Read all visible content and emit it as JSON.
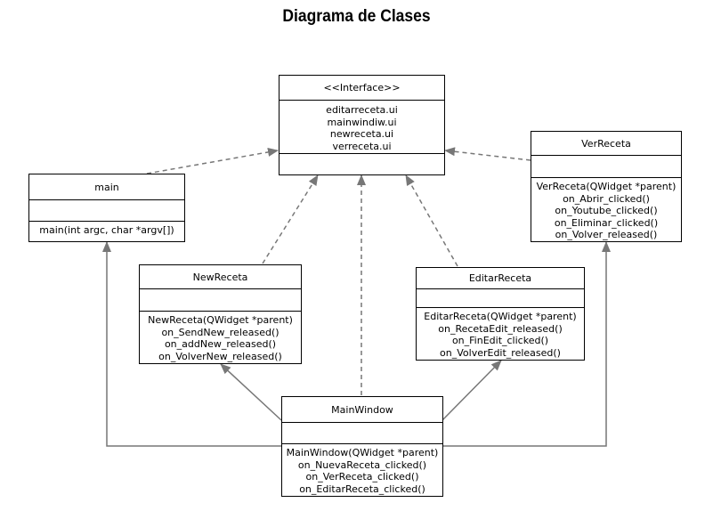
{
  "title": "Diagrama de Clases",
  "classes": {
    "interface": {
      "name": "<<Interface>>",
      "attributes": [
        "editarreceta.ui",
        "mainwindiw.ui",
        "newreceta.ui",
        "verreceta.ui"
      ],
      "operations": []
    },
    "main": {
      "name": "main",
      "attributes": [],
      "operations": [
        "main(int argc, char *argv[])"
      ]
    },
    "verreceta": {
      "name": "VerReceta",
      "attributes": [],
      "operations": [
        "VerReceta(QWidget *parent)",
        "on_Abrir_clicked()",
        "on_Youtube_clicked()",
        "on_Eliminar_clicked()",
        "on_Volver_released()"
      ]
    },
    "newreceta": {
      "name": "NewReceta",
      "attributes": [],
      "operations": [
        "NewReceta(QWidget *parent)",
        "on_SendNew_released()",
        "on_addNew_released()",
        "on_VolverNew_released()"
      ]
    },
    "editarreceta": {
      "name": "EditarReceta",
      "attributes": [],
      "operations": [
        "EditarReceta(QWidget *parent)",
        "on_RecetaEdit_released()",
        "on_FinEdit_clicked()",
        "on_VolverEdit_released()"
      ]
    },
    "mainwindow": {
      "name": "MainWindow",
      "attributes": [],
      "operations": [
        "MainWindow(QWidget *parent)",
        "on_NuevaReceta_clicked()",
        "on_VerReceta_clicked()",
        "on_EditarReceta_clicked()"
      ]
    }
  },
  "colors": {
    "line": "#777777",
    "border": "#000000"
  }
}
